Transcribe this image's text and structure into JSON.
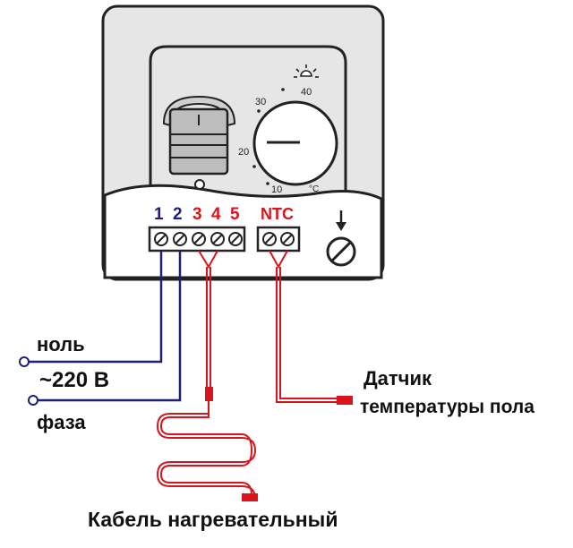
{
  "terminals": {
    "numbers": [
      "1",
      "2",
      "3",
      "4",
      "5"
    ],
    "sensor": "NTC"
  },
  "dial": {
    "scale": [
      "10",
      "20",
      "30",
      "40"
    ],
    "unit": "°C"
  },
  "wires": {
    "neutral": "ноль",
    "voltage": "~220 В",
    "phase": "фаза"
  },
  "sensor_label": {
    "line1": "Датчик",
    "line2": "температуры пола"
  },
  "cable_label": "Кабель нагревательный",
  "colors": {
    "blue_wire": "#1f1f7a",
    "red_wire": "#d8141c",
    "box_fill": "#e6e6e6",
    "outline": "#222222"
  }
}
